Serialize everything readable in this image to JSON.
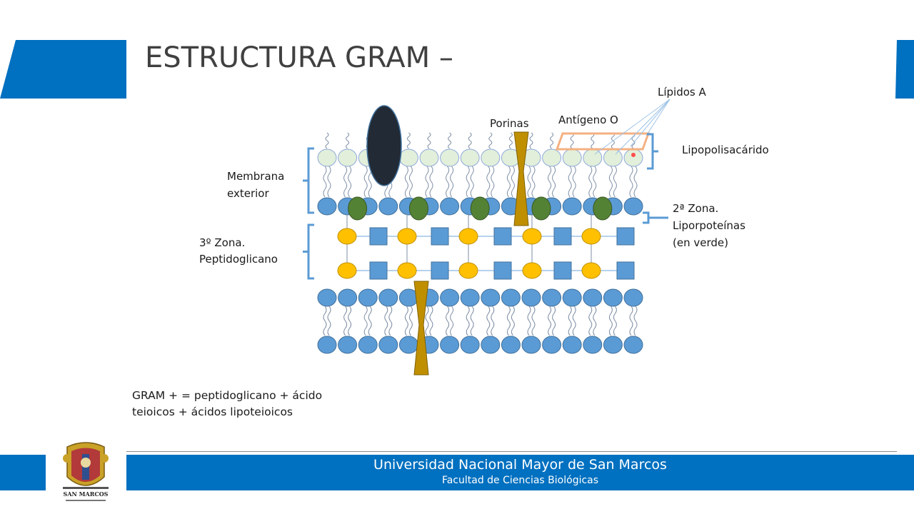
{
  "slide": {
    "title": "ESTRUCTURA GRAM –"
  },
  "diagram": {
    "labels": {
      "lipidos_a": "Lípidos A",
      "antigeno_o": "Antígeno O",
      "porinas": "Porinas",
      "lipopolisacarido": "Lipopolisacárido",
      "membrana_exterior_1": "Membrana",
      "membrana_exterior_2": "exterior",
      "zona2_1": "2ª Zona.",
      "zona2_2": "Liporpoteínas",
      "zona2_3": "(en verde)",
      "zona3_1": "3º Zona.",
      "zona3_2": "Peptidoglicano"
    },
    "note_line1": "GRAM + = peptidoglicano + ácido",
    "note_line2": "teioicos + ácidos lipoteioicos"
  },
  "footer": {
    "university": "Universidad Nacional Mayor de San Marcos",
    "faculty": "Facultad de Ciencias Biológicas",
    "crest_text_1": "SAN MARCOS"
  },
  "colors": {
    "brand_blue": "#0070c0",
    "lipid_head_outer": "#e2efda",
    "lipid_head_blue": "#5b9bd5",
    "lipoprotein_green": "#548235",
    "peptido_yellow": "#ffc000",
    "porin_gold": "#bf8f00",
    "antigen_box": "#f4b183"
  }
}
